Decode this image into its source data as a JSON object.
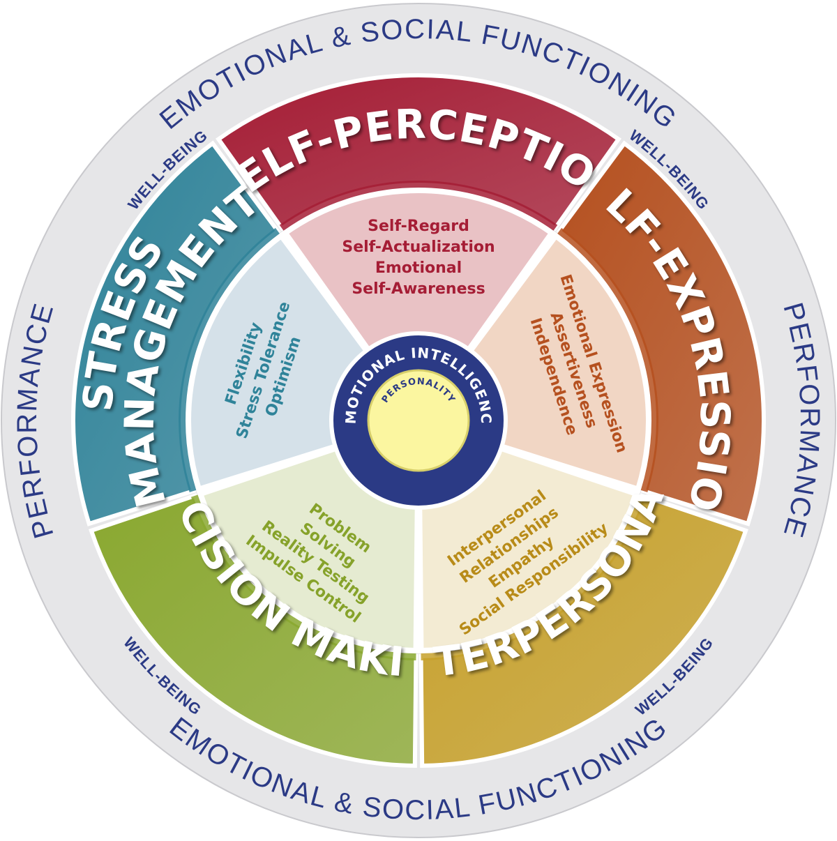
{
  "outer_ring": {
    "top": "EMOTIONAL & SOCIAL FUNCTIONING",
    "bottom": "EMOTIONAL & SOCIAL FUNCTIONING",
    "left": "PERFORMANCE",
    "right": "PERFORMANCE",
    "wellbeing_upper_left": "WELL-BEING",
    "wellbeing_upper_right": "WELL-BEING",
    "wellbeing_lower_left": "WELL-BEING",
    "wellbeing_lower_right": "WELL-BEING"
  },
  "center": {
    "ring_label": "EMOTIONAL INTELLIGENCE",
    "core_label": "PERSONALITY",
    "ring_color": "#2b3a85",
    "core_color": "#fbf6a0"
  },
  "composites": [
    {
      "id": "self-perception",
      "title": [
        "SELF-PERCEPTION"
      ],
      "color": "#a51d35",
      "light": "#e9c2c5",
      "text": "#a51d35",
      "skills": [
        "Self-Regard",
        "Self-Actualization",
        "Emotional",
        "Self-Awareness"
      ]
    },
    {
      "id": "self-expression",
      "title": [
        "SELF-EXPRESSION"
      ],
      "color": "#b5501f",
      "light": "#f1d6c4",
      "text": "#b5501f",
      "skills": [
        "Emotional Expression",
        "Assertiveness",
        "Independence"
      ]
    },
    {
      "id": "interpersonal",
      "title": [
        "INTERPERSONAL"
      ],
      "color": "#c7a12c",
      "light": "#f3ebd3",
      "text": "#b88b18",
      "skills": [
        "Interpersonal",
        "Relationships",
        "Empathy",
        "Social Responsibility"
      ]
    },
    {
      "id": "decision-making",
      "title": [
        "DECISION MAKING"
      ],
      "color": "#8aa830",
      "light": "#e5ebd1",
      "text": "#86a22a",
      "skills": [
        "Problem",
        "Solving",
        "Reality Testing",
        "Impulse Control"
      ]
    },
    {
      "id": "stress-management",
      "title": [
        "STRESS",
        "MANAGEMENT"
      ],
      "color": "#2f8399",
      "light": "#d5e1e9",
      "text": "#2f8399",
      "skills": [
        "Flexibility",
        "Stress Tolerance",
        "Optimism"
      ]
    }
  ]
}
